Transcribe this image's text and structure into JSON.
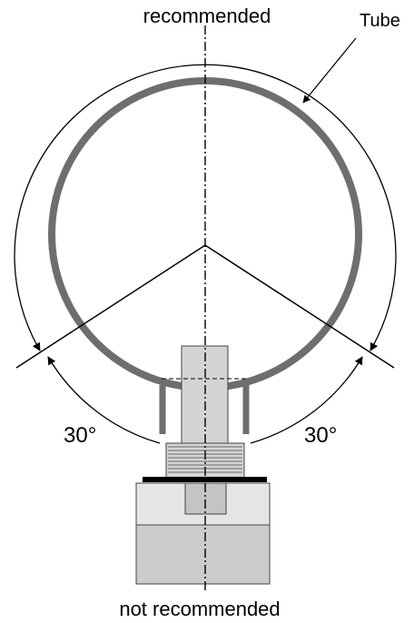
{
  "labels": {
    "top": "recommended",
    "bottom": "not recommended",
    "tube": "Tube",
    "angle_left": "30°",
    "angle_right": "30°"
  },
  "colors": {
    "tube": "#6e6e6e",
    "line": "#000000",
    "part_light": "#d4d4d4",
    "part_mid": "#c4c4c4",
    "part_dark": "#b4b4b4",
    "base_light": "#e6e6e6",
    "base_dark": "#cccccc"
  }
}
